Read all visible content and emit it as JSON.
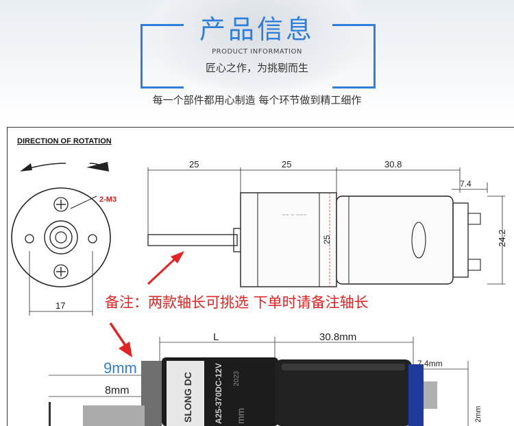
{
  "header": {
    "title": "产品信息",
    "subtitle_en": "PRODUCT INFORMATION",
    "slogan": "匠心之作，为挑剔而生",
    "tagline": "每一个部件都用心制造 每个环节做到精工细作"
  },
  "drawing": {
    "rotation_label": "DIRECTION OF ROTATION",
    "screw_label": "2-M3",
    "dim_face_width": "17",
    "dim_shaft": "25",
    "dim_gearbox": "25",
    "dim_motor": "30.8",
    "dim_end": "7.4",
    "dim_height": "25",
    "dim_motor_dia": "24.2"
  },
  "note": {
    "text": "备注：两款轴长可挑选 下单时请备注轴长"
  },
  "photo": {
    "dim_L": "L",
    "dim_motor": "30.8mm",
    "dim_end": "7.4mm",
    "dim_9": "9mm",
    "dim_8": "8mm",
    "dim_mm": "mm",
    "dim_2": "2mm",
    "label_text": "SLONG DC",
    "model_text": "A25-370DC-12V",
    "year_text": "2023"
  },
  "colors": {
    "accent": "#2f7fd8",
    "note_red": "#e32222"
  }
}
